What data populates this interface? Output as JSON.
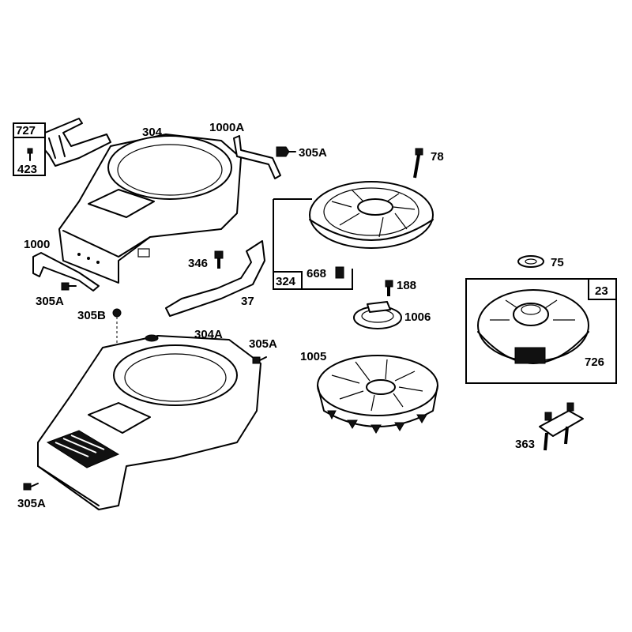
{
  "labels": {
    "p727": "727",
    "p423": "423",
    "p304": "304",
    "p1000A": "1000A",
    "p305A_top": "305A",
    "p78": "78",
    "p1000": "1000",
    "p346": "346",
    "p668": "668",
    "p324": "324",
    "p75": "75",
    "p188": "188",
    "p23": "23",
    "p305A_left": "305A",
    "p37": "37",
    "p305B": "305B",
    "p1006": "1006",
    "p304A": "304A",
    "p305A_mid": "305A",
    "p1005": "1005",
    "p726": "726",
    "p363": "363",
    "p305A_bottom": "305A"
  }
}
